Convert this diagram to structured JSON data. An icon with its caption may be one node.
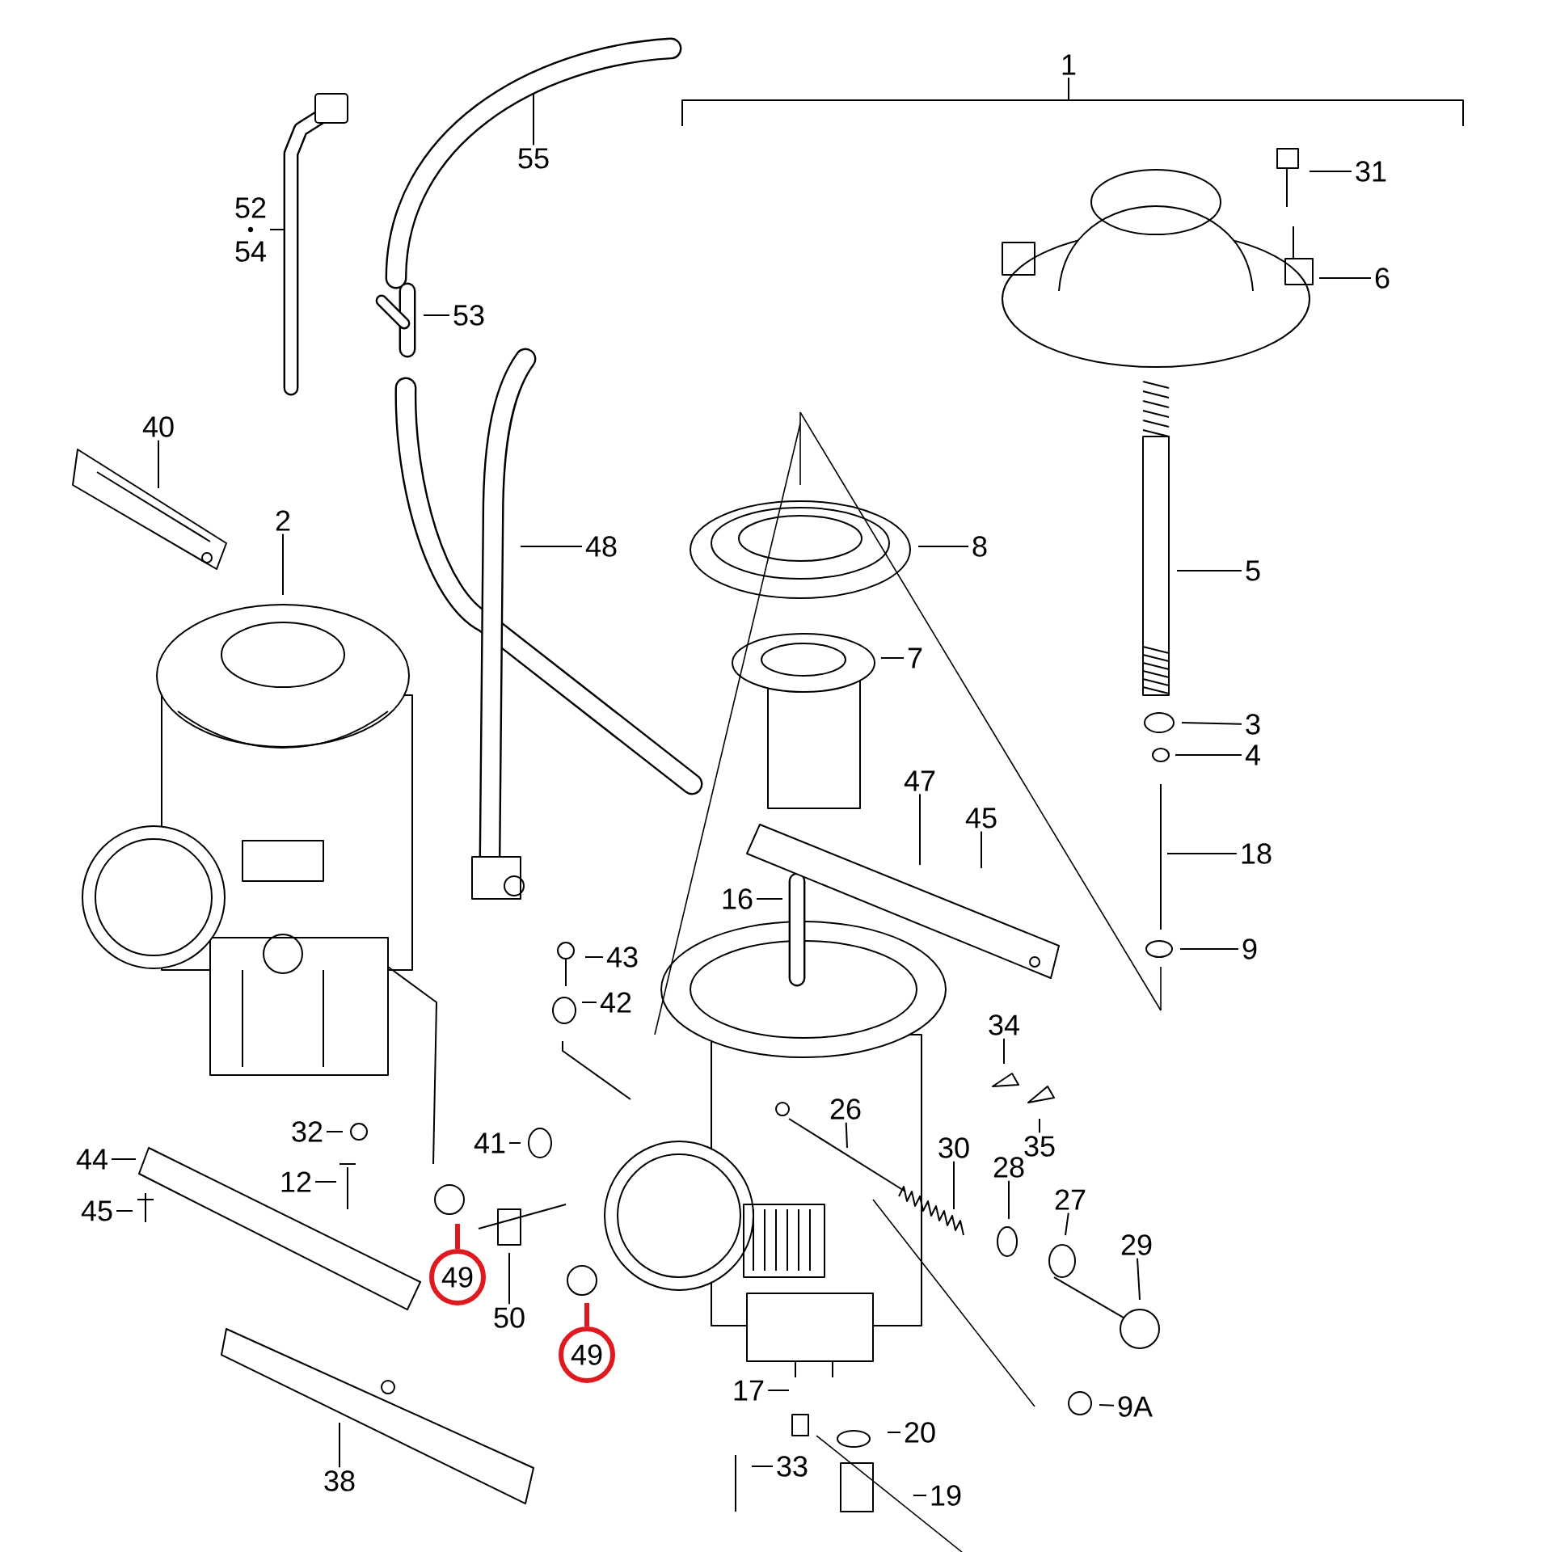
{
  "diagram": {
    "nodes": [
      {
        "text": [
          "1"
        ]
      },
      {
        "text": [
          "55"
        ]
      },
      {
        "text": [
          "31"
        ]
      },
      {
        "text": [
          "52",
          "54"
        ]
      },
      {
        "text": [
          "6"
        ]
      },
      {
        "text": [
          "53"
        ]
      },
      {
        "text": [
          "40"
        ]
      },
      {
        "text": [
          "2"
        ]
      },
      {
        "text": [
          "48"
        ]
      },
      {
        "text": [
          "8"
        ]
      },
      {
        "text": [
          "5"
        ]
      },
      {
        "text": [
          "7"
        ]
      },
      {
        "text": [
          "3"
        ]
      },
      {
        "text": [
          "4"
        ]
      },
      {
        "text": [
          "47"
        ]
      },
      {
        "text": [
          "45"
        ]
      },
      {
        "text": [
          "18"
        ]
      },
      {
        "text": [
          "16"
        ]
      },
      {
        "text": [
          "9"
        ]
      },
      {
        "text": [
          "43"
        ]
      },
      {
        "text": [
          "42"
        ]
      },
      {
        "text": [
          "34"
        ]
      },
      {
        "text": [
          "26"
        ]
      },
      {
        "text": [
          "32"
        ]
      },
      {
        "text": [
          "41"
        ]
      },
      {
        "text": [
          "35"
        ]
      },
      {
        "text": [
          "44"
        ]
      },
      {
        "text": [
          "30"
        ]
      },
      {
        "text": [
          "28"
        ]
      },
      {
        "text": [
          "12"
        ]
      },
      {
        "text": [
          "27"
        ]
      },
      {
        "text": [
          "45"
        ]
      },
      {
        "text": [
          "29"
        ]
      },
      {
        "text": [
          "49"
        ]
      },
      {
        "text": [
          "50"
        ]
      },
      {
        "text": [
          "49"
        ]
      },
      {
        "text": [
          "17"
        ]
      },
      {
        "text": [
          "9A"
        ]
      },
      {
        "text": [
          "20"
        ]
      },
      {
        "text": [
          "33"
        ]
      },
      {
        "text": [
          "38"
        ]
      },
      {
        "text": [
          "19"
        ]
      }
    ],
    "edges": [
      {
        "from": 1,
        "to": null,
        "arrow": "none"
      },
      {
        "from": 2,
        "to": null,
        "arrow": "none"
      },
      {
        "from": 3,
        "to": null,
        "arrow": "none"
      },
      {
        "from": 4,
        "to": null,
        "arrow": "none"
      },
      {
        "from": 5,
        "to": null,
        "arrow": "none"
      },
      {
        "from": 6,
        "to": null,
        "arrow": "none"
      },
      {
        "from": 7,
        "to": null,
        "arrow": "none"
      },
      {
        "from": 8,
        "to": null,
        "arrow": "none"
      },
      {
        "from": 9,
        "to": null,
        "arrow": "none"
      },
      {
        "from": 10,
        "to": null,
        "arrow": "none"
      },
      {
        "from": 11,
        "to": null,
        "arrow": "none"
      },
      {
        "from": 12,
        "to": null,
        "arrow": "none"
      },
      {
        "from": 13,
        "to": null,
        "arrow": "none"
      },
      {
        "from": 14,
        "to": null,
        "arrow": "none"
      },
      {
        "from": 15,
        "to": null,
        "arrow": "none"
      },
      {
        "from": 16,
        "to": null,
        "arrow": "none"
      },
      {
        "from": 17,
        "to": null,
        "arrow": "none"
      },
      {
        "from": 18,
        "to": null,
        "arrow": "none"
      },
      {
        "from": 19,
        "to": null,
        "arrow": "none"
      },
      {
        "from": 20,
        "to": null,
        "arrow": "none"
      },
      {
        "from": 21,
        "to": null,
        "arrow": "none"
      },
      {
        "from": 22,
        "to": null,
        "arrow": "none"
      },
      {
        "from": 23,
        "to": null,
        "arrow": "none"
      },
      {
        "from": 24,
        "to": null,
        "arrow": "none"
      },
      {
        "from": 25,
        "to": null,
        "arrow": "none"
      },
      {
        "from": 26,
        "to": null,
        "arrow": "none"
      },
      {
        "from": 27,
        "to": null,
        "arrow": "none"
      },
      {
        "from": 28,
        "to": null,
        "arrow": "none"
      },
      {
        "from": 29,
        "to": null,
        "arrow": "none"
      },
      {
        "from": 30,
        "to": null,
        "arrow": "none"
      },
      {
        "from": 31,
        "to": null,
        "arrow": "none"
      },
      {
        "from": 32,
        "to": null,
        "arrow": "none"
      },
      {
        "from": 33,
        "to": null,
        "arrow": "none",
        "style": "thick",
        "color": "#e0191e"
      },
      {
        "from": 34,
        "to": null,
        "arrow": "none"
      },
      {
        "from": 35,
        "to": null,
        "arrow": "none",
        "style": "thick",
        "color": "#e0191e"
      },
      {
        "from": 36,
        "to": null,
        "arrow": "none"
      },
      {
        "from": 37,
        "to": null,
        "arrow": "none"
      },
      {
        "from": 38,
        "to": null,
        "arrow": "none"
      },
      {
        "from": 39,
        "to": null,
        "arrow": "none"
      },
      {
        "from": 40,
        "to": null,
        "arrow": "none"
      },
      {
        "from": 41,
        "to": null,
        "arrow": "none"
      }
    ]
  }
}
